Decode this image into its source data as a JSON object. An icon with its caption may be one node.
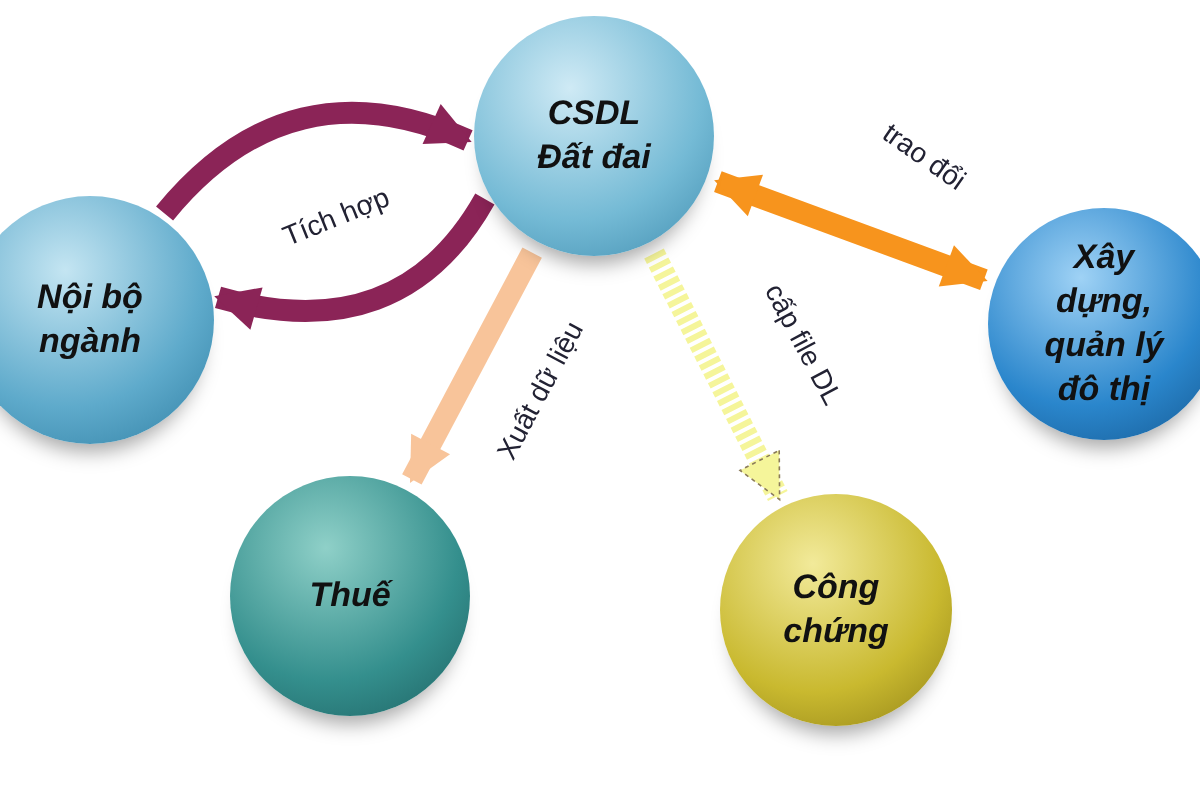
{
  "diagram": {
    "nodes": [
      {
        "text": [
          "CSDL Đất đai"
        ]
      },
      {
        "text": [
          "Nội bộ ngành"
        ]
      },
      {
        "text": [
          "Xây dựng, quản lý đô thị"
        ]
      },
      {
        "text": [
          "Thuế"
        ]
      },
      {
        "text": [
          "Công chứng"
        ]
      }
    ],
    "edges": [
      {
        "from": 1,
        "to": 0,
        "arrow": "to",
        "label": "Tích hợp",
        "color": "#8b2457"
      },
      {
        "from": 0,
        "to": 1,
        "arrow": "to",
        "color": "#8b2457"
      },
      {
        "from": 0,
        "to": 2,
        "arrow": "both",
        "label": "trao đổi",
        "color": "#f7941d"
      },
      {
        "from": 0,
        "to": 3,
        "arrow": "to",
        "label": "Xuất dữ liệu",
        "color": "#f8c49a"
      },
      {
        "from": 0,
        "to": 4,
        "arrow": "to",
        "label": "cấp file DL",
        "style": "dashed",
        "color": "#f5f59a"
      }
    ]
  }
}
